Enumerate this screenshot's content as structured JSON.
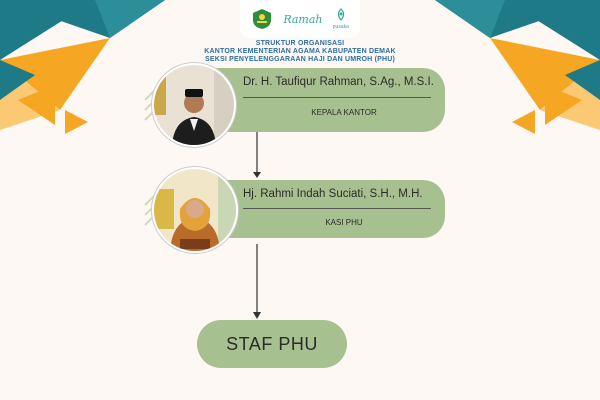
{
  "header": {
    "logos": {
      "ministry": "ministry-logo",
      "ramah": "Ramah",
      "pusaka": "pusaka"
    },
    "title_line1": "STRUKTUR ORGANISASI",
    "title_line2": "KANTOR KEMENTERIAN AGAMA KABUPATEN DEMAK",
    "title_line3": "SEKSI PENYELENGGARAAN HAJI DAN UMROH (PHU)"
  },
  "nodes": [
    {
      "name": "Dr. H. Taufiqur Rahman, S.Ag., M.S.I.",
      "role": "KEPALA KANTOR"
    },
    {
      "name": "Hj. Rahmi Indah Suciati, S.H., M.H.",
      "role": "KASI PHU"
    }
  ],
  "staff": {
    "label": "STAF PHU"
  },
  "colors": {
    "background": "#fdf8f3",
    "pill": "#a7c08f",
    "teal": "#1f7a87",
    "orange": "#f5a623",
    "title": "#2d6ea7"
  }
}
